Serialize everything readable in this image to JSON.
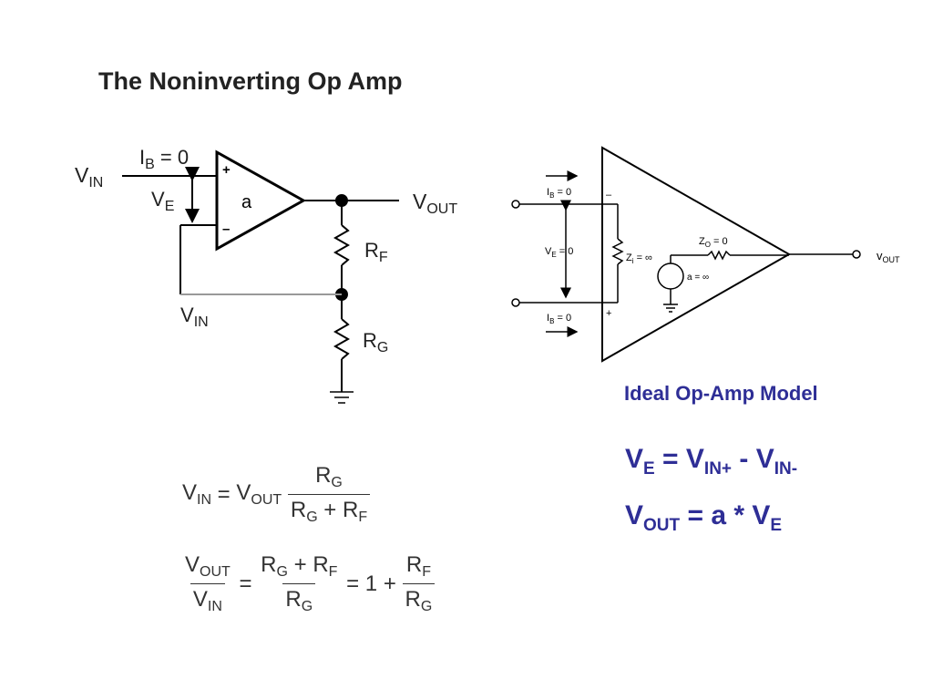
{
  "title": "The Noninverting Op Amp",
  "left_circuit": {
    "vin_in": {
      "base": "V",
      "sub": "IN"
    },
    "ib": {
      "base": "I",
      "sub": "B",
      "suffix": " = 0"
    },
    "ve": {
      "base": "V",
      "sub": "E"
    },
    "plus": "+",
    "minus": "–",
    "gain": "a",
    "vout": {
      "base": "V",
      "sub": "OUT"
    },
    "rf": {
      "base": "R",
      "sub": "F"
    },
    "rg": {
      "base": "R",
      "sub": "G"
    },
    "vin_node": {
      "base": "V",
      "sub": "IN"
    }
  },
  "right_circuit": {
    "ib_top": {
      "base": "I",
      "sub": "B",
      "suffix": " = 0"
    },
    "ib_bottom": {
      "base": "I",
      "sub": "B",
      "suffix": " = 0"
    },
    "ve": {
      "base": "V",
      "sub": "E",
      "suffix": " = 0"
    },
    "zi": {
      "base": "Z",
      "sub": "i",
      "suffix": " = ∞"
    },
    "zo": {
      "base": "Z",
      "sub": "O",
      "suffix": " = 0"
    },
    "a": "a = ∞",
    "minus": "–",
    "plus": "+",
    "vout": {
      "base": "v",
      "sub": "OUT"
    }
  },
  "model_label": "Ideal Op-Amp Model",
  "eq1": {
    "lhs": "V",
    "lhs_sub": "E",
    "eq": " = ",
    "t1": "V",
    "t1_sub": "IN+",
    "op": " - ",
    "t2": "V",
    "t2_sub": "IN-"
  },
  "eq2": {
    "lhs": "V",
    "lhs_sub": "OUT",
    "eq": " = ",
    "mid": "a * ",
    "t": "V",
    "t_sub": "E"
  },
  "formula1": {
    "lhs": "V",
    "lhs_sub": "IN",
    "eq": " = ",
    "v": "V",
    "v_sub": "OUT",
    "num": "R",
    "num_sub": "G",
    "den1": "R",
    "den1_sub": "G",
    "plus": " + ",
    "den2": "R",
    "den2_sub": "F"
  },
  "formula2": {
    "n": "V",
    "n_sub": "OUT",
    "d": "V",
    "d_sub": "IN",
    "eq": " = ",
    "n2a": "R",
    "n2a_sub": "G",
    "plus": " + ",
    "n2b": "R",
    "n2b_sub": "F",
    "d2": "R",
    "d2_sub": "G",
    "eq2": " = ",
    "one": "1",
    "plus2": " + ",
    "n3": "R",
    "n3_sub": "F",
    "d3": "R",
    "d3_sub": "G"
  },
  "colors": {
    "accent_blue": "#2e2e96",
    "line": "#000000",
    "feedback_line": "#999999"
  }
}
